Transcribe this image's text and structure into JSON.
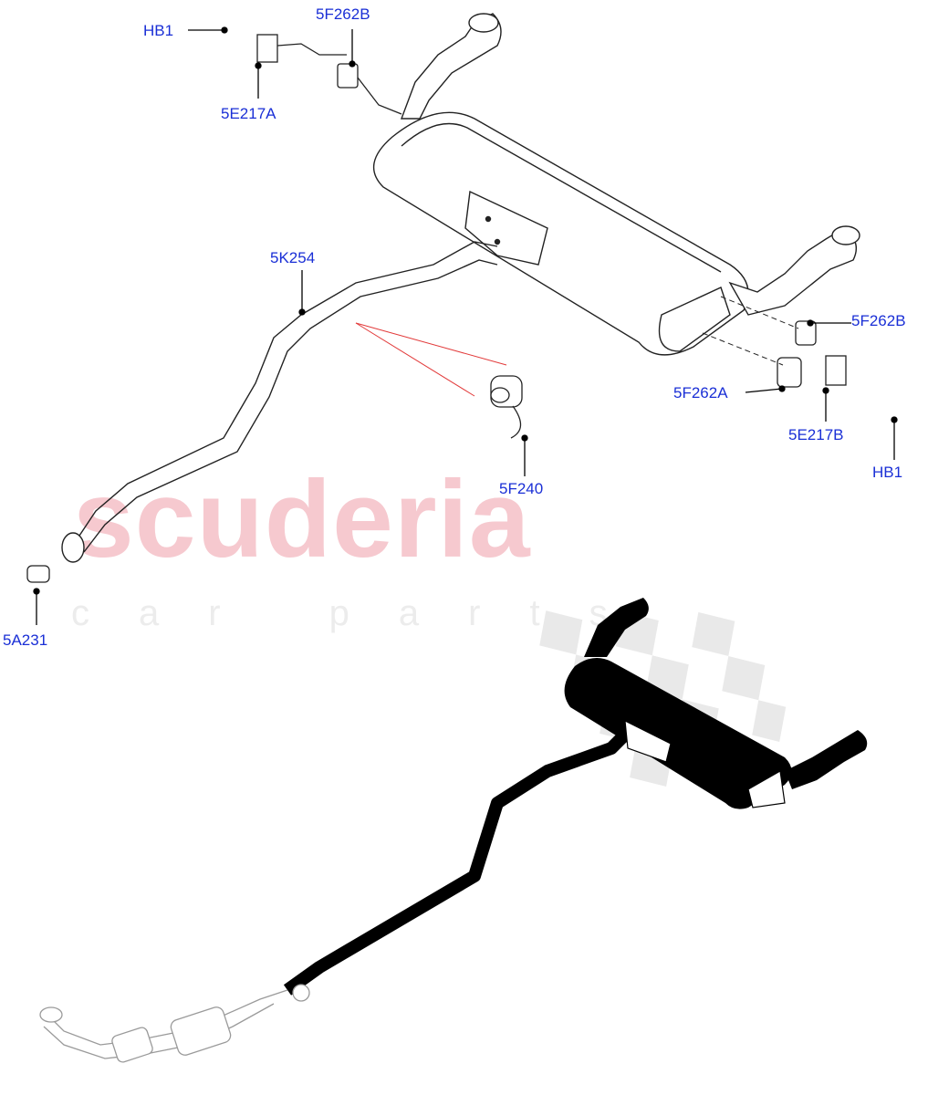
{
  "watermark": {
    "brand": "scuderia",
    "subtitle": "car parts",
    "brand_color": "#f6c9cf"
  },
  "callouts": [
    {
      "id": "hb1-top",
      "label": "HB1"
    },
    {
      "id": "5f262b-top",
      "label": "5F262B"
    },
    {
      "id": "5e217a",
      "label": "5E217A"
    },
    {
      "id": "5k254",
      "label": "5K254"
    },
    {
      "id": "5f262b-right",
      "label": "5F262B"
    },
    {
      "id": "5f262a",
      "label": "5F262A"
    },
    {
      "id": "5e217b",
      "label": "5E217B"
    },
    {
      "id": "hb1-right",
      "label": "HB1"
    },
    {
      "id": "5f240",
      "label": "5F240"
    },
    {
      "id": "5a231",
      "label": "5A231"
    }
  ],
  "colors": {
    "callout_text": "#1a2fd6",
    "line_art": "#222222",
    "overview_fill": "#000000",
    "highlight_line": "#e23a3a"
  }
}
